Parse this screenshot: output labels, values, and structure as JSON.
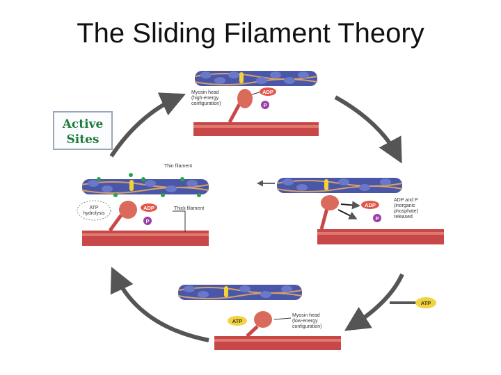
{
  "title": "The Sliding Filament Theory",
  "active_sites": "Active\nSites",
  "stages": {
    "top": {
      "myosin_label_1": "Myosin head",
      "myosin_label_2": "(high-energy",
      "myosin_label_3": "configuration)",
      "adp": "ADP",
      "p": "P"
    },
    "left": {
      "thin_filament": "Thin filament",
      "thick_filament": "Thick filament",
      "atp_1": "ATP",
      "atp_2": "hydrolysis",
      "adp": "ADP",
      "p": "P"
    },
    "right": {
      "adp": "ADP",
      "p": "P",
      "released_1": "ADP and P",
      "released_2": "(inorganic",
      "released_3": "phosphate)",
      "released_4": "released"
    },
    "bottom": {
      "atp": "ATP",
      "myosin_label_1": "Myosin head",
      "myosin_label_2": "(low-energy",
      "myosin_label_3": "configuration)"
    },
    "cycle_atp": "ATP"
  },
  "colors": {
    "actin": "#4a57a8",
    "actin_dark": "#2d3775",
    "thick_filament": "#c8484a",
    "myosin_head": "#d96a5c",
    "adp": "#e2564a",
    "phosphate": "#9b3fa8",
    "active_site": "#2aa34a",
    "atp": "#f2d33c",
    "arrow": "#555555"
  }
}
